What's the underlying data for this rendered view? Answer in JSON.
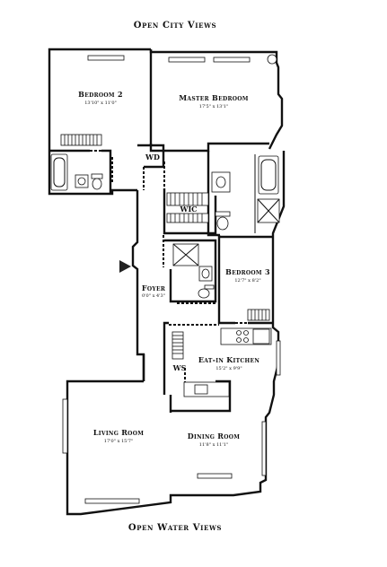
{
  "header": {
    "view_top": "Open City Views"
  },
  "footer": {
    "view_bottom": "Open Water Views"
  },
  "rooms": {
    "bedroom2": {
      "name": "Bedroom 2",
      "dim": "13'10\" x 11'0\""
    },
    "master": {
      "name": "Master Bedroom",
      "dim": "17'5\" x 13'1\""
    },
    "bedroom3": {
      "name": "Bedroom 3",
      "dim": "12'7\" x 8'2\""
    },
    "foyer": {
      "name": "Foyer",
      "dim": "0'0\" x 4'3\""
    },
    "kitchen": {
      "name": "Eat-in Kitchen",
      "dim": "15'2\" x 9'9\""
    },
    "living": {
      "name": "Living Room",
      "dim": "17'0\" x 15'7\""
    },
    "dining": {
      "name": "Dining Room",
      "dim": "11'8\" x 11'1\""
    }
  },
  "tags": {
    "wd": "WD",
    "wic": "WIC",
    "ws": "WS"
  },
  "colors": {
    "ink": "#111111",
    "background": "#ffffff"
  }
}
